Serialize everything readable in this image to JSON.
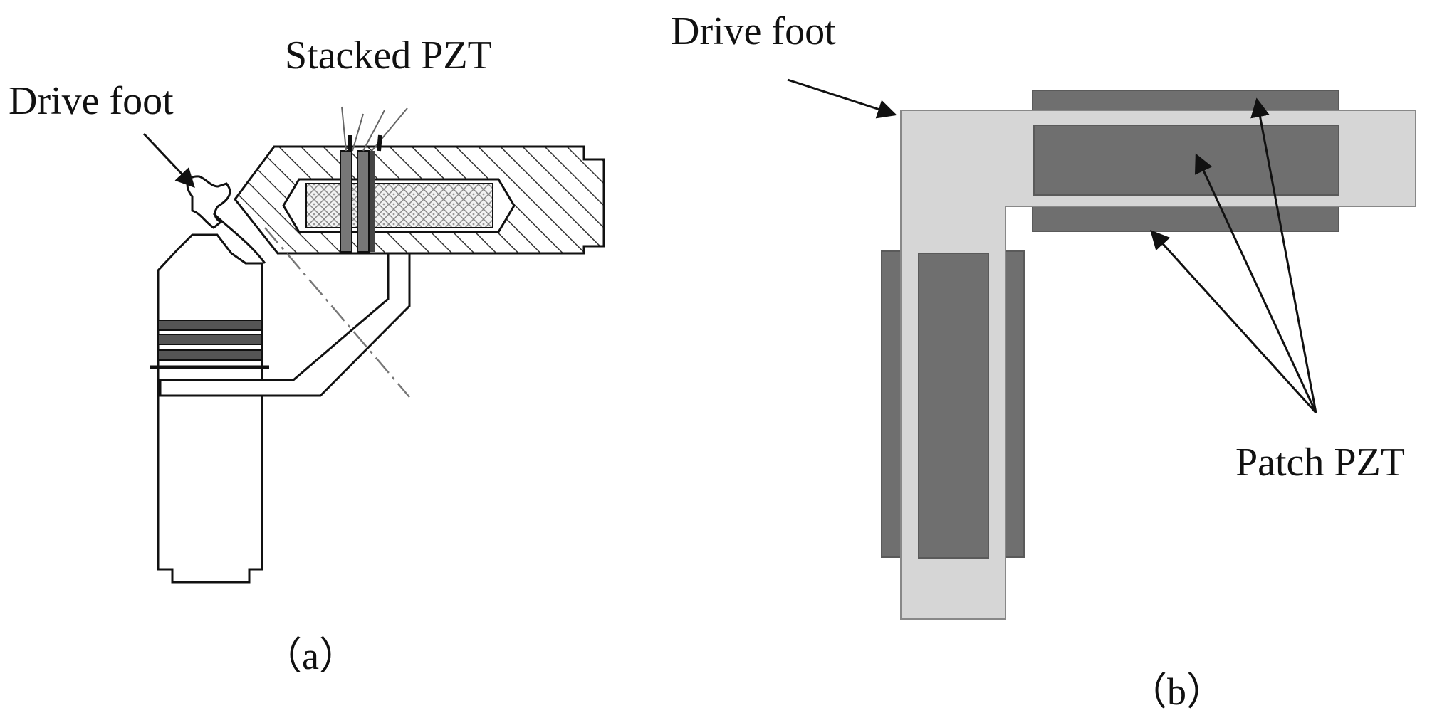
{
  "figure_a": {
    "caption": "（a）",
    "labels": {
      "drive_foot": "Drive foot",
      "stacked_pzt": "Stacked PZT"
    }
  },
  "figure_b": {
    "caption": "（b）",
    "labels": {
      "drive_foot": "Drive foot",
      "patch_pzt": "Patch PZT"
    }
  },
  "colors": {
    "line": "#111111",
    "metal_light": "#d6d6d6",
    "pzt_dark": "#6f6f6f",
    "pzt_border": "#5a5a5a",
    "hatch": "#333333",
    "band": "#555555"
  }
}
